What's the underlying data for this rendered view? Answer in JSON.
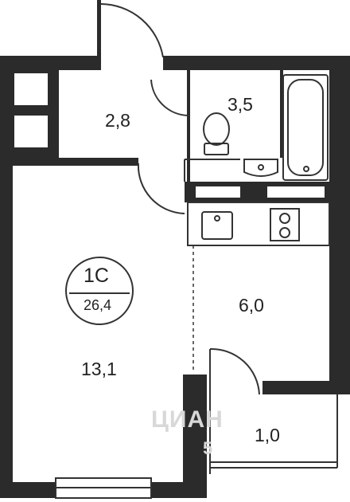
{
  "apartment": {
    "type": "1С",
    "total_area": "26,4"
  },
  "rooms": {
    "hall": "2,8",
    "bathroom": "3,5",
    "kitchen": "6,0",
    "living_room": "13,1",
    "balcony": "1,0"
  },
  "watermark": {
    "text": "ЦИАН",
    "number": "5"
  }
}
